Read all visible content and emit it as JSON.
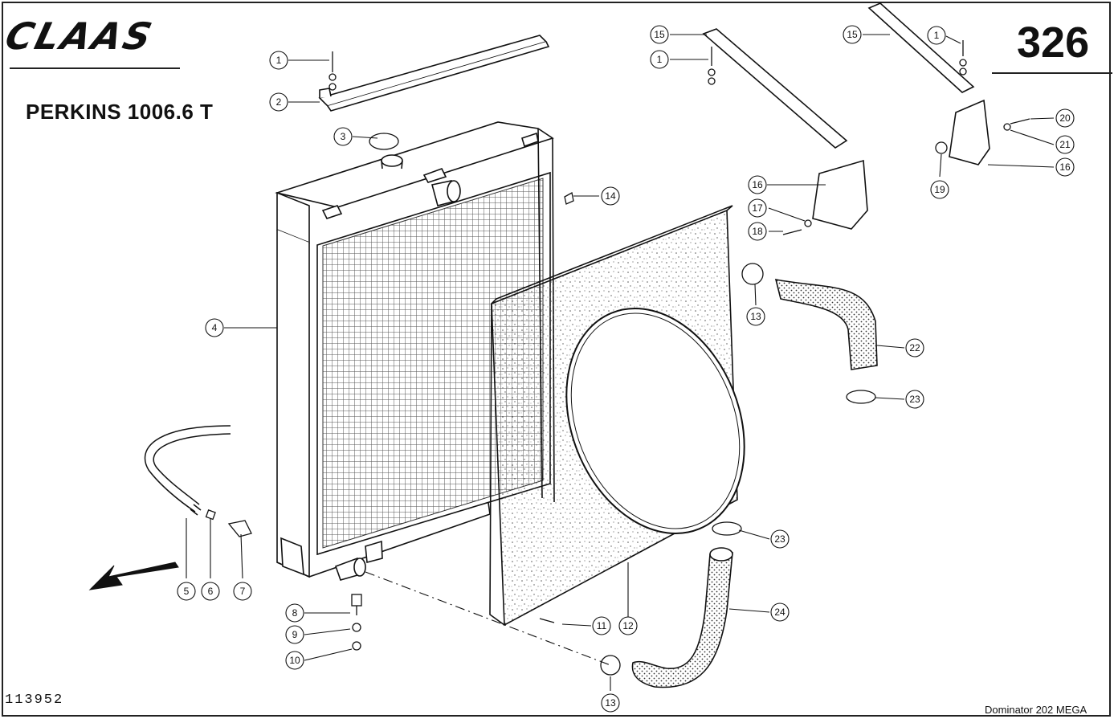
{
  "header": {
    "brand": "CLAAS",
    "page_number": "326",
    "engine": "PERKINS  1006.6 T"
  },
  "footer": {
    "drawing_number": "113952",
    "model": "Dominator 202 MEGA"
  },
  "callouts": {
    "c1a": "1",
    "c2": "2",
    "c3": "3",
    "c4": "4",
    "c5": "5",
    "c6": "6",
    "c7": "7",
    "c8": "8",
    "c9": "9",
    "c10": "10",
    "c11": "11",
    "c12": "12",
    "c13a": "13",
    "c13b": "13",
    "c14": "14",
    "c15a": "15",
    "c1b": "1",
    "c15b": "15",
    "c1c": "1",
    "c16a": "16",
    "c17": "17",
    "c18": "18",
    "c19": "19",
    "c20": "20",
    "c21": "21",
    "c16b": "16",
    "c22": "22",
    "c23a": "23",
    "c23b": "23",
    "c24": "24"
  }
}
